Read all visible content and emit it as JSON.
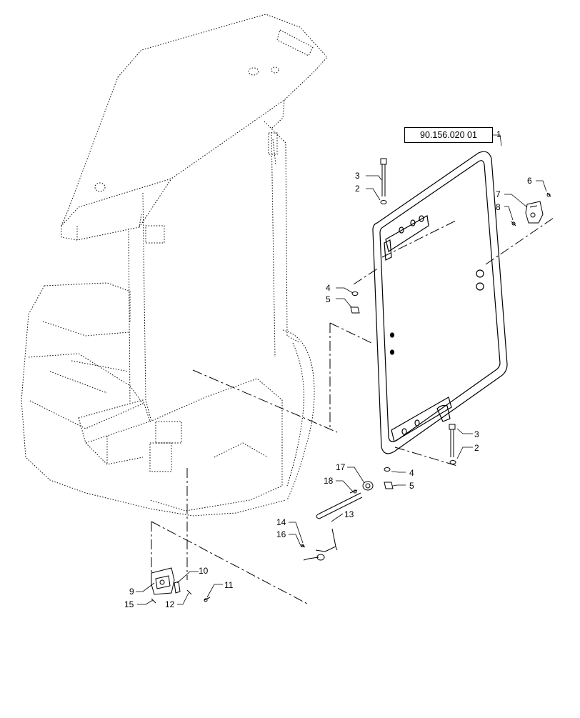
{
  "reference_number": "90.156.020 01",
  "callouts": {
    "c1": "1",
    "c2a": "2",
    "c2b": "2",
    "c3a": "3",
    "c3b": "3",
    "c4a": "4",
    "c4b": "4",
    "c5a": "5",
    "c5b": "5",
    "c6": "6",
    "c7": "7",
    "c8": "8",
    "c9": "9",
    "c10": "10",
    "c11": "11",
    "c12": "12",
    "c13": "13",
    "c14": "14",
    "c15": "15",
    "c16": "16",
    "c17": "17",
    "c18": "18"
  },
  "line_color": "#000000"
}
